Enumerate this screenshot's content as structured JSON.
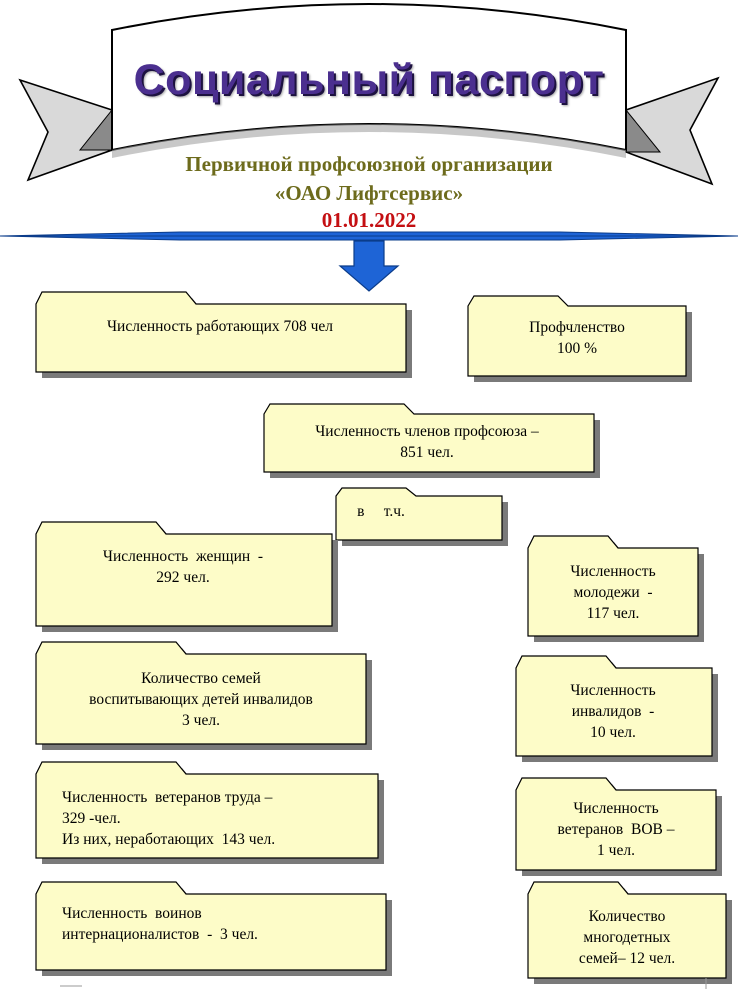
{
  "banner": {
    "title": "Социальный паспорт",
    "subtitle_line1": "Первичной профсоюзной организации",
    "subtitle_line2": "«ОАО Лифтсервис»",
    "date": "01.01.2022"
  },
  "colors": {
    "box_fill": "#fdfcc8",
    "box_shadow": "#7a7a7a",
    "title": "#4b2f8f",
    "subtitle": "#6d6b1c",
    "date": "#c40f12",
    "arrow": "#1e64d6"
  },
  "boxes": {
    "employees": "Численность  работающих 708 чел",
    "membership_label": "Профчленство",
    "membership_value": "100 %",
    "members_line1": "Численность  членов профсоюза –",
    "members_line2": "851 чел.",
    "including": "в     т.ч.",
    "women_line1": "Численность  женщин  -",
    "women_line2": "292 чел.",
    "youth_line1": "Численность",
    "youth_line2": "молодежи  -",
    "youth_line3": "117 чел.",
    "disabled_children_line1": "Количество семей",
    "disabled_children_line2": "воспитывающих детей инвалидов",
    "disabled_children_line3": "3 чел.",
    "disabled_line1": "Численность",
    "disabled_line2": "инвалидов  -",
    "disabled_line3": "10 чел.",
    "labor_veterans_line1": "Численность  ветеранов труда –",
    "labor_veterans_line2": "329 -чел.",
    "labor_veterans_line3": "Из них, неработающих  143 чел.",
    "ww2_veterans_line1": "Численность",
    "ww2_veterans_line2": "ветеранов  ВОВ –",
    "ww2_veterans_line3": "1 чел.",
    "internationalists_line1": "Численность  воинов",
    "internationalists_line2": "интернационалистов  -  3 чел.",
    "large_families_line1": "Количество",
    "large_families_line2": "многодетных",
    "large_families_line3": "семей– 12 чел."
  }
}
